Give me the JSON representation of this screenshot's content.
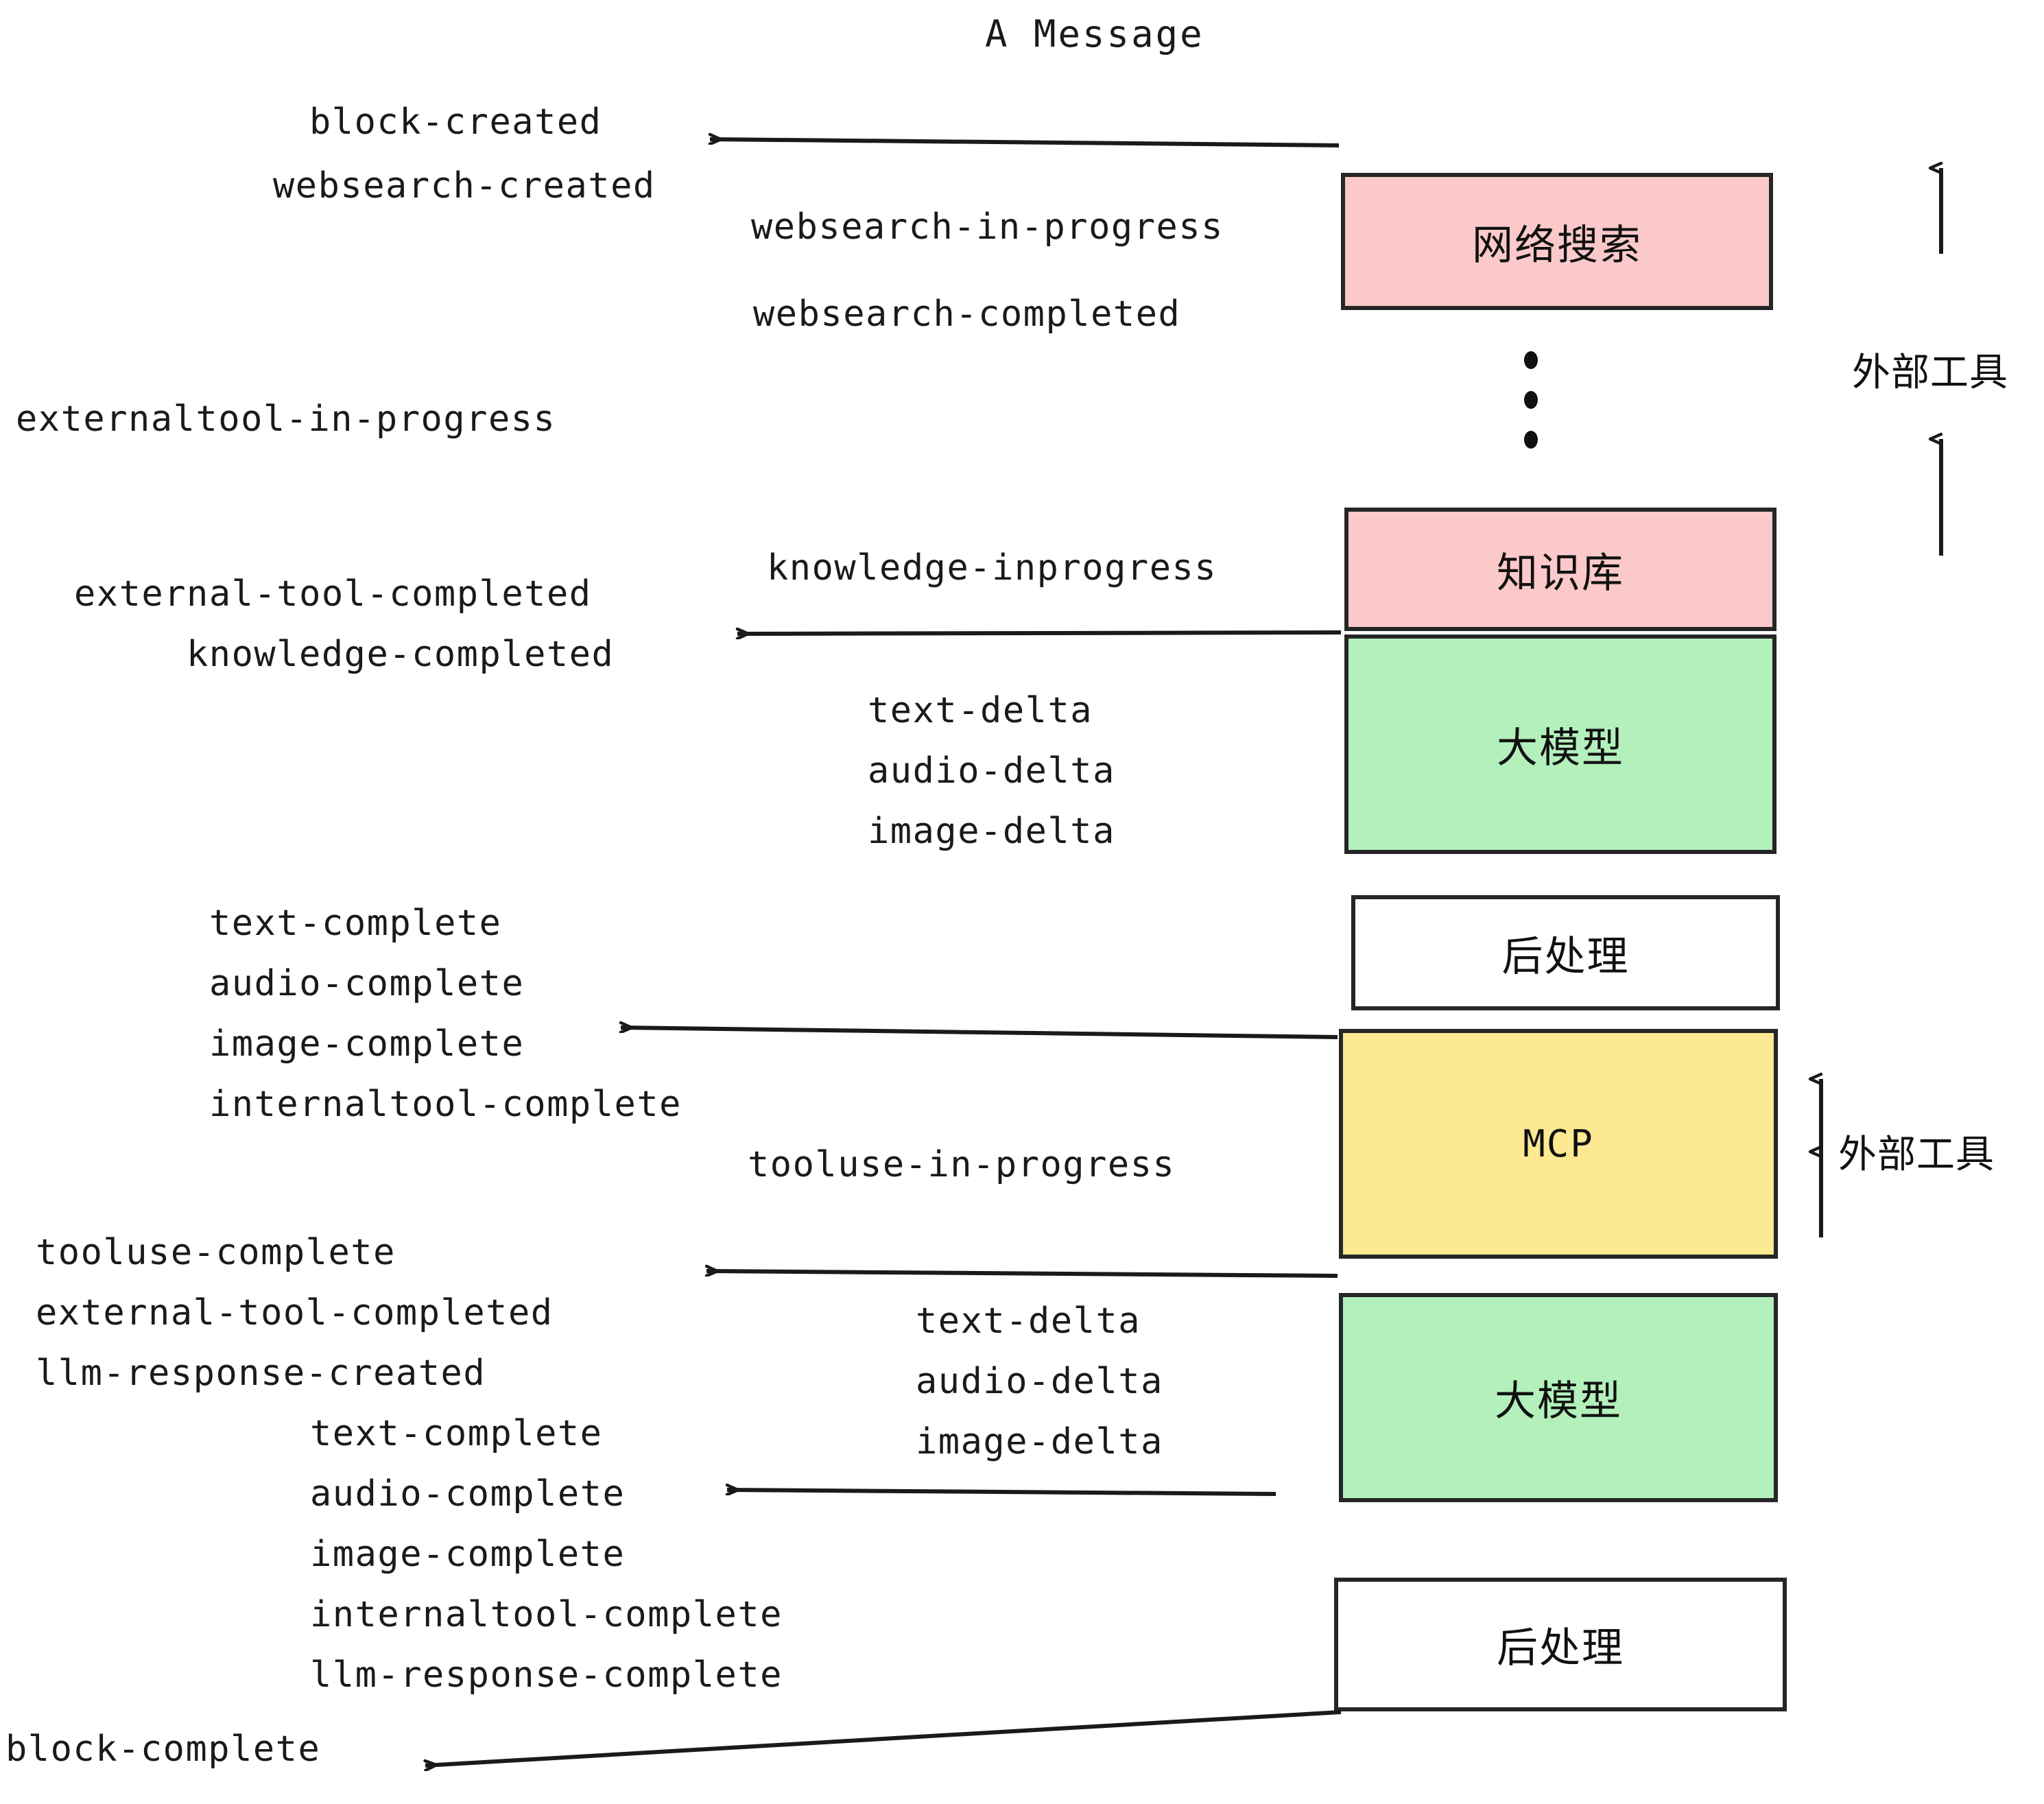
{
  "diagram": {
    "title": "A Message",
    "colors": {
      "pink": "#FBC9C9",
      "green": "#B3F0BC",
      "yellow": "#FCE992",
      "white": "#FFFFFF",
      "stroke": "#262626",
      "text": "#1A1A1A"
    },
    "boxes": [
      {
        "label": "网络搜索",
        "fill": "#FBC9C9"
      },
      {
        "label": "知识库",
        "fill": "#FBC9C9"
      },
      {
        "label": "大模型",
        "fill": "#B3F0BC"
      },
      {
        "label": "后处理",
        "fill": "#FFFFFF"
      },
      {
        "label": "MCP",
        "fill": "#FCE992"
      },
      {
        "label": "大模型",
        "fill": "#B3F0BC"
      },
      {
        "label": "后处理",
        "fill": "#FFFFFF"
      }
    ],
    "side_labels": [
      {
        "text": "外部工具"
      },
      {
        "text": "外部工具"
      }
    ],
    "events": [
      {
        "text": "block-created"
      },
      {
        "text": "websearch-created"
      },
      {
        "text": "websearch-in-progress"
      },
      {
        "text": "websearch-completed"
      },
      {
        "text": "externaltool-in-progress"
      },
      {
        "text": "knowledge-inprogress"
      },
      {
        "text": "external-tool-completed"
      },
      {
        "text": "knowledge-completed"
      },
      {
        "text": "text-delta"
      },
      {
        "text": "audio-delta"
      },
      {
        "text": "image-delta"
      },
      {
        "text": "text-complete"
      },
      {
        "text": "audio-complete"
      },
      {
        "text": "image-complete"
      },
      {
        "text": "internaltool-complete"
      },
      {
        "text": "tooluse-in-progress"
      },
      {
        "text": "tooluse-complete"
      },
      {
        "text": "external-tool-completed"
      },
      {
        "text": "llm-response-created"
      },
      {
        "text": "text-complete"
      },
      {
        "text": "audio-delta"
      },
      {
        "text": "text-delta"
      },
      {
        "text": "image-delta"
      },
      {
        "text": "audio-complete"
      },
      {
        "text": "image-complete"
      },
      {
        "text": "internaltool-complete"
      },
      {
        "text": "llm-response-complete"
      },
      {
        "text": "block-complete"
      }
    ]
  }
}
